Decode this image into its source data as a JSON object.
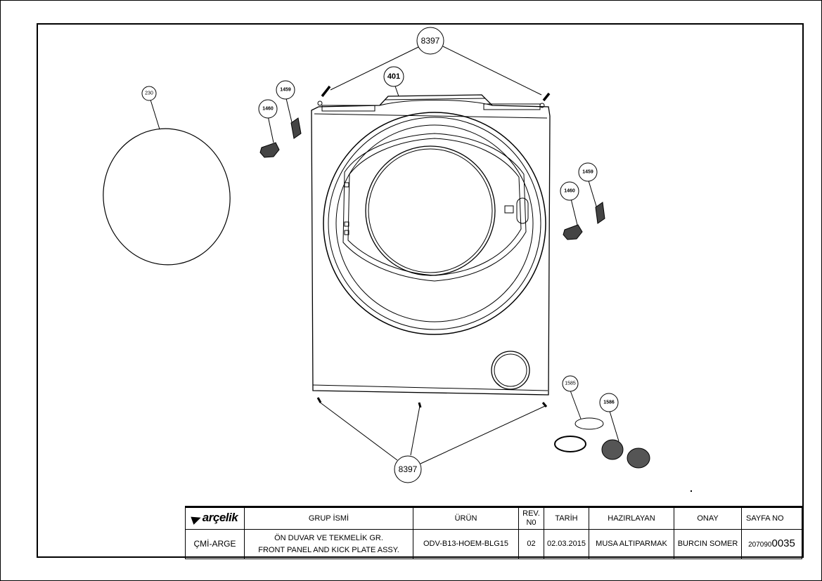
{
  "callouts": {
    "screw_top": "8397",
    "screw_bottom": "8397",
    "frame_part": "401",
    "door_glass": "230",
    "hinge_left_small": "1459",
    "hinge_left_big": "1460",
    "hinge_right_small": "1459",
    "hinge_right_big": "1460",
    "cap": "1585",
    "pump_filter": "1586"
  },
  "title_block": {
    "logo": "arçelik",
    "group_header": "GRUP İSMİ",
    "product_header": "ÜRÜN",
    "rev_header": "REV. N0",
    "date_header": "TARİH",
    "prepared_header": "HAZIRLAYAN",
    "approval_header": "ONAY",
    "page_header": "SAYFA NO",
    "department": "ÇMİ-ARGE",
    "group_name_tr": "ÖN DUVAR VE TEKMELİK GR.",
    "group_name_en": "FRONT PANEL AND KICK PLATE ASSY.",
    "product": "ODV-B13-HOEM-BLG15",
    "rev": "02",
    "date": "02.03.2015",
    "prepared_by": "MUSA ALTIPARMAK",
    "approved_by": "BURCIN SOMER",
    "page_no_prefix": "207090",
    "page_no_suffix": "0035"
  }
}
